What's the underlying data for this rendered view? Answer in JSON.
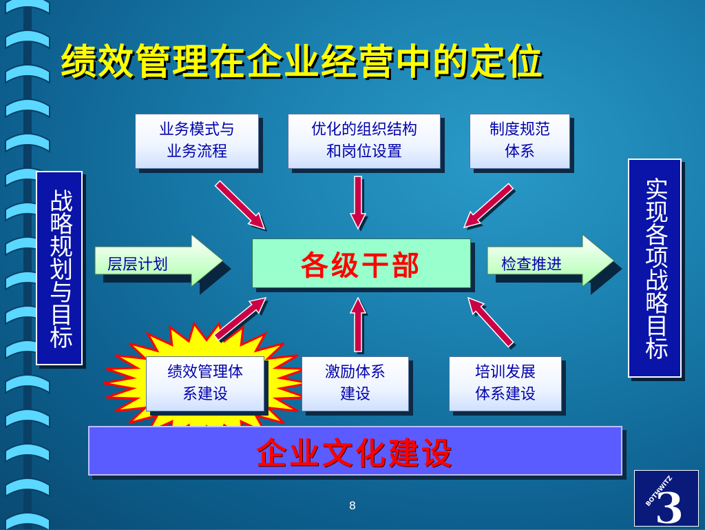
{
  "title": "绩效管理在企业经营中的定位",
  "top_boxes": [
    {
      "line1": "业务模式与",
      "line2": "业务流程"
    },
    {
      "line1": "优化的组织结构",
      "line2": "和岗位设置"
    },
    {
      "line1": "制度规范",
      "line2": "体系"
    }
  ],
  "bottom_boxes": [
    {
      "line1": "绩效管理体",
      "line2": "系建设"
    },
    {
      "line1": "激励体系",
      "line2": "建设"
    },
    {
      "line1": "培训发展",
      "line2": "体系建设"
    }
  ],
  "left_vertical": "战略规划与目标",
  "right_vertical": "实现各项战略目标",
  "center": "各级干部",
  "left_arrow_label": "层层计划",
  "right_arrow_label": "检查推进",
  "culture": "企业文化建设",
  "page_number": "8",
  "logo_text": "BOTHWITZ",
  "logo_mark": "3",
  "colors": {
    "title": "#ffff00",
    "box_text": "#0000aa",
    "center_bg": "#99ffcc",
    "accent_red": "#ff0000",
    "arrow": "#cc0044",
    "culture_bg": "#5a5cff",
    "vertical_bg": "#0a14a8",
    "starburst": "#ffff00"
  }
}
